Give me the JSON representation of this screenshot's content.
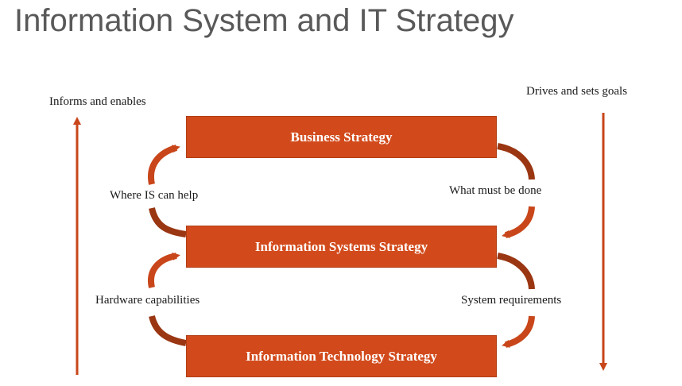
{
  "title": "Information System and IT Strategy",
  "colors": {
    "accent": "#d24a1b",
    "arrow": "#c8461a",
    "title": "#595959"
  },
  "side_labels": {
    "left": "Informs and enables",
    "right": "Drives and sets goals"
  },
  "boxes": [
    "Business Strategy",
    "Information Systems Strategy",
    "Information Technology Strategy"
  ],
  "connector_labels": {
    "left_upper": "Where IS can help",
    "left_lower": "Hardware capabilities",
    "right_upper": "What must be done",
    "right_lower": "System requirements"
  }
}
